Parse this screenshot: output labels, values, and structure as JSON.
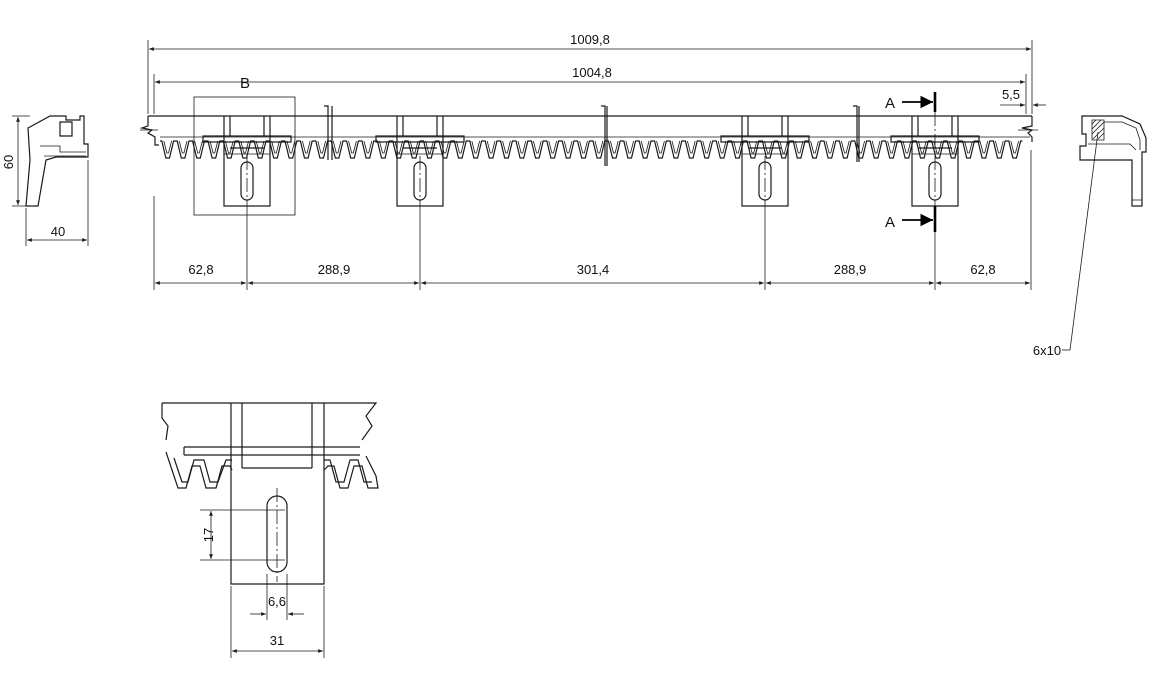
{
  "dimensions": {
    "total_length": "1009,8",
    "hole_span": "1004,8",
    "end_offset": "5,5",
    "pitch_end_left": "62,8",
    "pitch_1": "288,9",
    "pitch_middle": "301,4",
    "pitch_2": "288,9",
    "pitch_end_right": "62,8",
    "height": "60",
    "width": "40",
    "slot_length": "17",
    "slot_width": "6,6",
    "tab_width": "31",
    "insert": "6x10"
  },
  "labels": {
    "detail_b": "B",
    "section_a_top": "A",
    "section_a_bottom": "A"
  }
}
